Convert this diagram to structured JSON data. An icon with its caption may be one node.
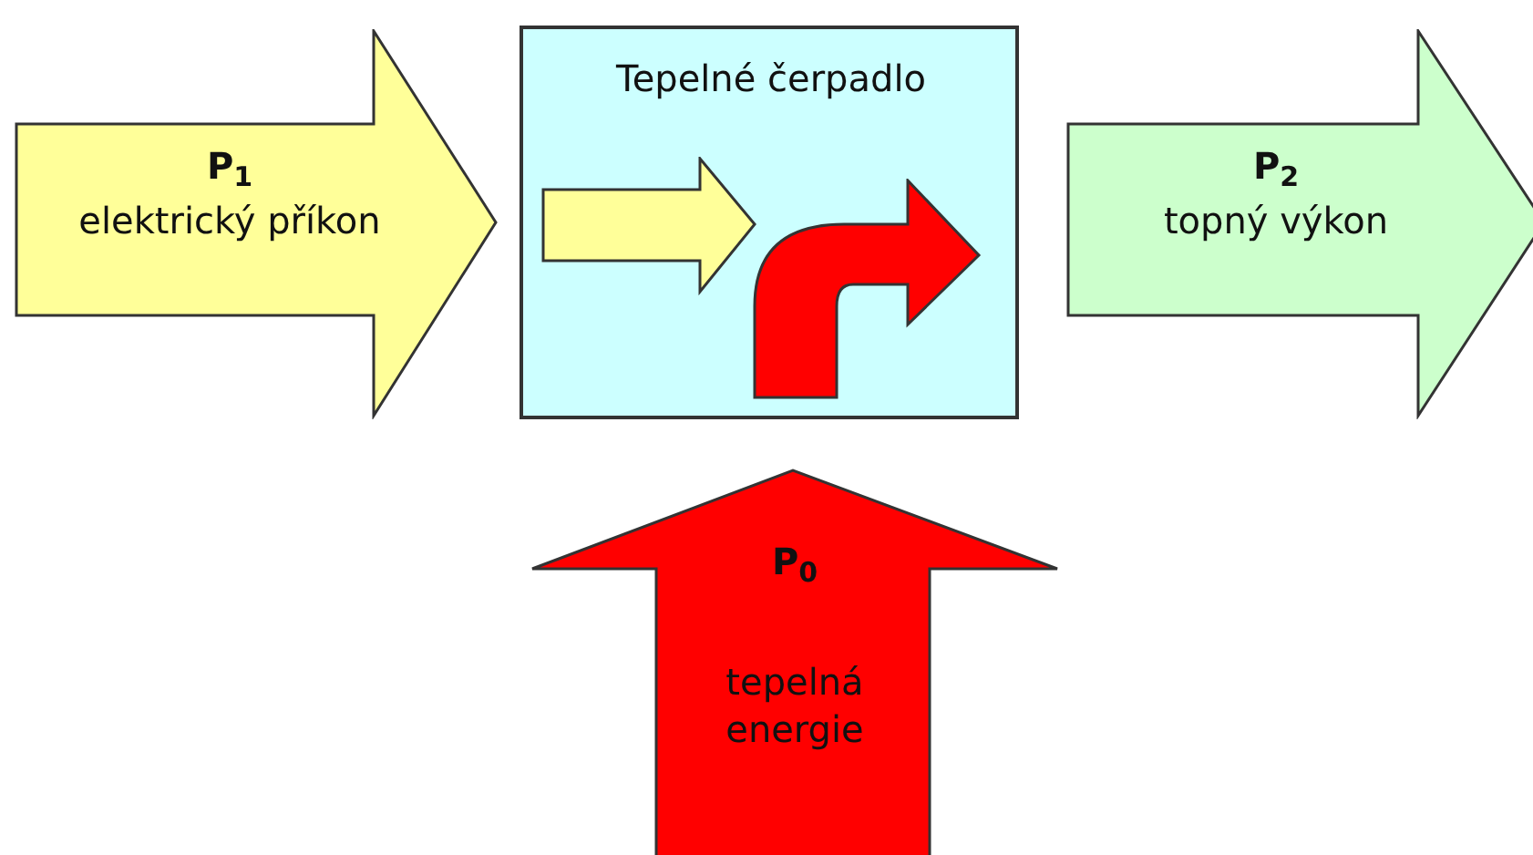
{
  "diagram": {
    "nodes": [
      {
        "text": [
          "P$_{1}$",
          "elektrický příkon"
        ]
      },
      {
        "text": [
          "Tepelné čerpadlo"
        ]
      },
      {
        "text": [
          "P$_{2}$",
          "topný výkon"
        ]
      },
      {
        "text": [
          "P$_{0}$",
          "tepelná energie"
        ]
      }
    ]
  }
}
